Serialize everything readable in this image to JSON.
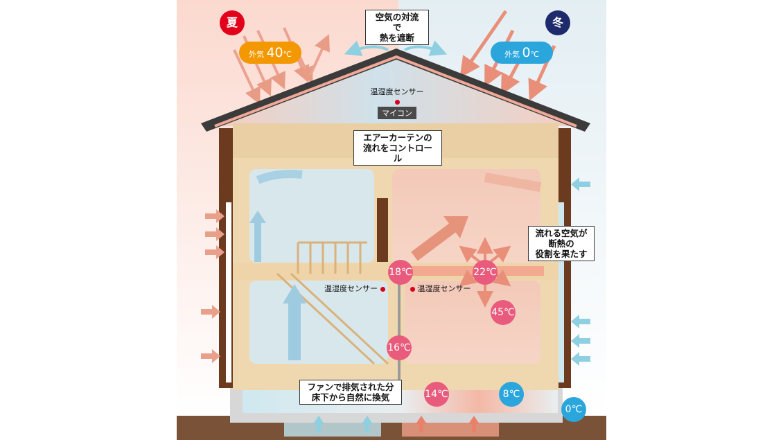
{
  "season_badges": {
    "summer": "夏",
    "winter": "冬"
  },
  "outside_summer": {
    "prefix": "外気",
    "value": "40",
    "unit": "℃"
  },
  "outside_winter": {
    "prefix": "外気",
    "value": "0",
    "unit": "℃"
  },
  "labels": {
    "convection_line1": "空気の対流で",
    "convection_line2": "熱を遮断",
    "air_curtain_line1": "エアーカーテンの",
    "air_curtain_line2": "流れをコントロール",
    "flowing_line1": "流れる空気が",
    "flowing_line2": "断熱の",
    "flowing_line3": "役割を果たす",
    "fan_line1": "ファンで排気された分",
    "fan_line2": "床下から自然に換気"
  },
  "sensors": {
    "attic": "温湿度センサー",
    "left_room": "温湿度センサー",
    "right_room": "温湿度センサー"
  },
  "microcontroller": "マイコン",
  "temps": {
    "t18": "18℃",
    "t22": "22℃",
    "t45": "45℃",
    "t16": "16℃",
    "t14": "14℃",
    "t8": "8℃",
    "t0": "0℃"
  },
  "colors": {
    "summer": "#e2001a",
    "winter": "#1d2a6b",
    "warm_pill": "#f39800",
    "cool_pill": "#2aa6dc",
    "temp_pink": "#e85b7c",
    "temp_blue": "#2aa6dc",
    "wall_brown": "#6b3a1f",
    "wood": "#efd8b0",
    "ground": "#7a5238"
  }
}
